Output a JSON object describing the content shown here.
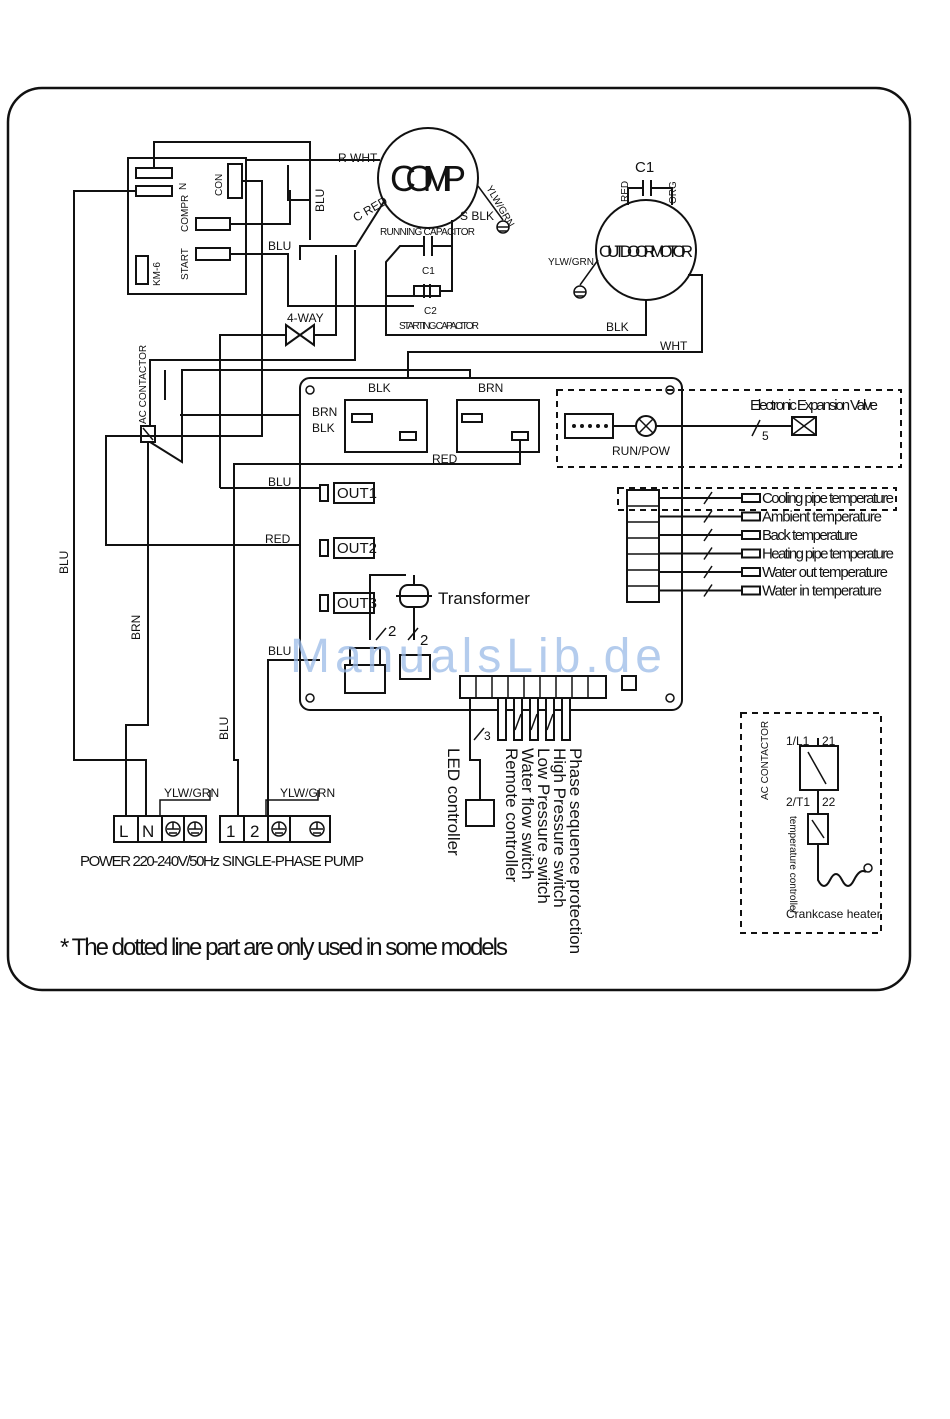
{
  "compressor": {
    "title": "COMP",
    "wire_r": "R WHT",
    "wire_c": "C RED",
    "wire_s": "S BLK",
    "ground": "YLW/GRN"
  },
  "capacitors": {
    "running": "RUNNING CAPACITOR",
    "running_id": "C1",
    "starting": "STARTING CAPACITOR",
    "starting_id": "C2"
  },
  "outdoor_motor": {
    "title": "OUTDOOR MOTOR",
    "cap_id": "C1",
    "wire_red": "RED",
    "wire_org": "ORG",
    "ground": "YLW/GRN",
    "wire_blk": "BLK",
    "wire_wht": "WHT"
  },
  "relay": {
    "n": "N",
    "con": "CON",
    "compr": "COMPR",
    "start": "START",
    "km": "KM-6"
  },
  "contactor": {
    "label": "AC CONTACTOR"
  },
  "four_way": "4-WAY",
  "wires": {
    "blu": "BLU",
    "brn": "BRN",
    "blk": "BLK",
    "red": "RED"
  },
  "board": {
    "out1": "OUT1",
    "out2": "OUT2",
    "out3": "OUT3",
    "transformer": "Transformer",
    "run_pow": "RUN/POW",
    "eev": "Electronic Expansion Valve",
    "eev_pins": "5",
    "pin2": "2",
    "pin3": "3"
  },
  "sensors": [
    "Cooling pipe temperature",
    "Ambient  temperature",
    "Back temperature",
    "Heating pipe temperature",
    "Water out temperature",
    "Water in temperature"
  ],
  "inputs": [
    "LED  controller",
    "Remote controller",
    "Water flow  switch",
    "Low Pressure switch",
    "High Pressure  switch",
    "Phase sequence protection"
  ],
  "terminals": {
    "power": [
      "L",
      "N"
    ],
    "pump": [
      "1",
      "2"
    ],
    "ground": "YLW/GRN",
    "power_label": "POWER 220-240V/50Hz",
    "pump_label": "SINGLE-PHASE PUMP"
  },
  "crankcase": {
    "contactor": "AC CONTACTOR",
    "t1": "1/L1",
    "t21": "21",
    "t2": "2/T1",
    "t22": "22",
    "controller": "temperature controller",
    "heater": "Crankcase heater"
  },
  "note": "* The dotted line part are only used in some models",
  "watermark": "ManualsLib.de"
}
